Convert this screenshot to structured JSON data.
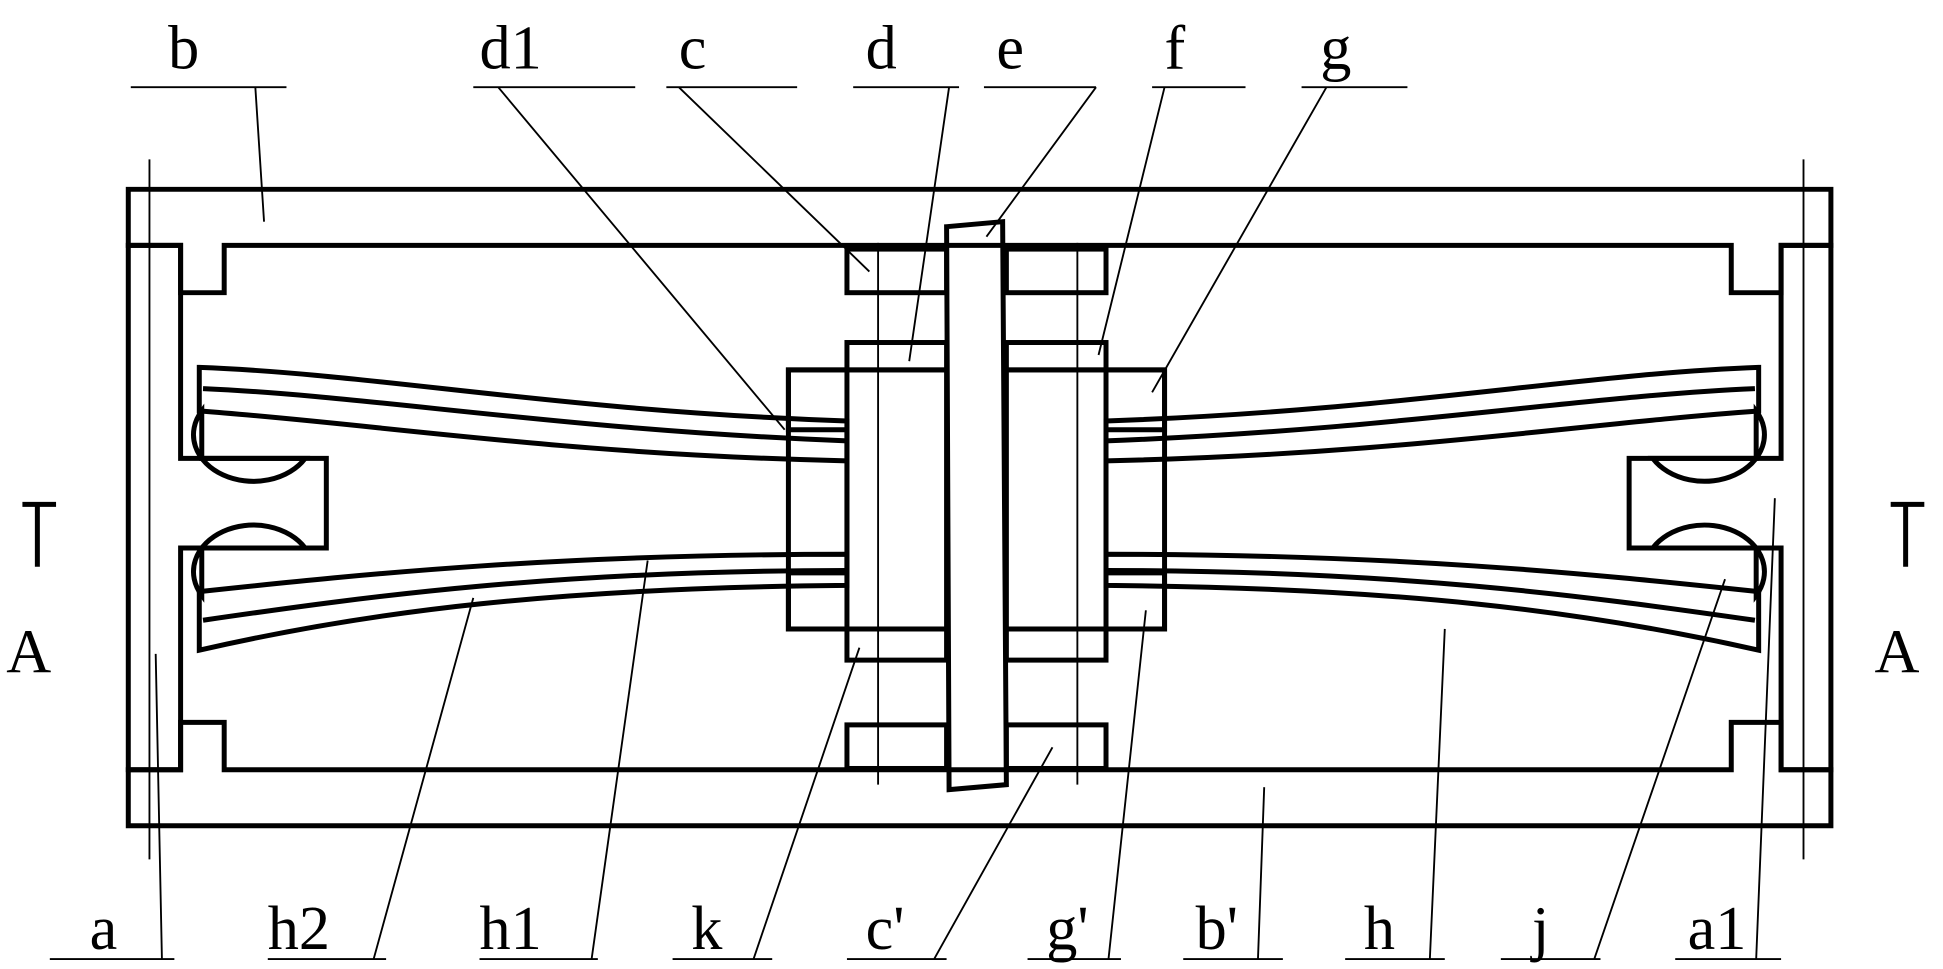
{
  "figure": {
    "top_labels": [
      "b",
      "d1",
      "c",
      "d",
      "e",
      "f",
      "g"
    ],
    "bottom_labels": [
      "a",
      "h2",
      "h1",
      "k",
      "c'",
      "g'",
      "b'",
      "h",
      "j",
      "a1"
    ],
    "section_left": "A",
    "section_right": "A"
  },
  "colors": {
    "ink": "#000000",
    "paper": "#ffffff"
  }
}
